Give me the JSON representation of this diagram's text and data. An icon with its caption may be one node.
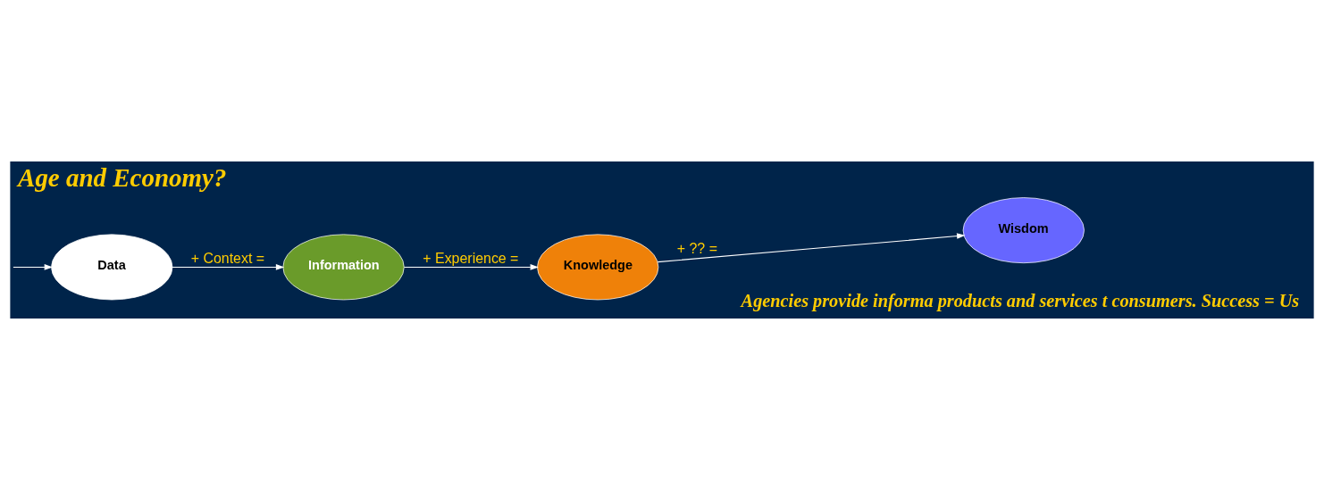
{
  "diagram": {
    "title": "Age and Economy?",
    "nodes": [
      {
        "text": [
          "Data"
        ]
      },
      {
        "text": [
          "Information"
        ]
      },
      {
        "text": [
          "Knowledge"
        ]
      },
      {
        "text": [
          "Wisdom"
        ]
      }
    ],
    "edges": [
      {
        "from": null,
        "to": 0,
        "arrow": "to"
      },
      {
        "from": 0,
        "to": 1,
        "arrow": "to",
        "label": "+ Context ="
      },
      {
        "from": 1,
        "to": 2,
        "arrow": "to",
        "label": "+ Experience ="
      },
      {
        "from": 2,
        "to": 3,
        "arrow": "to",
        "label": "+ ?? ="
      }
    ],
    "labels": [
      "Agencies provide informa products and services t consumers. Success = Us"
    ]
  }
}
